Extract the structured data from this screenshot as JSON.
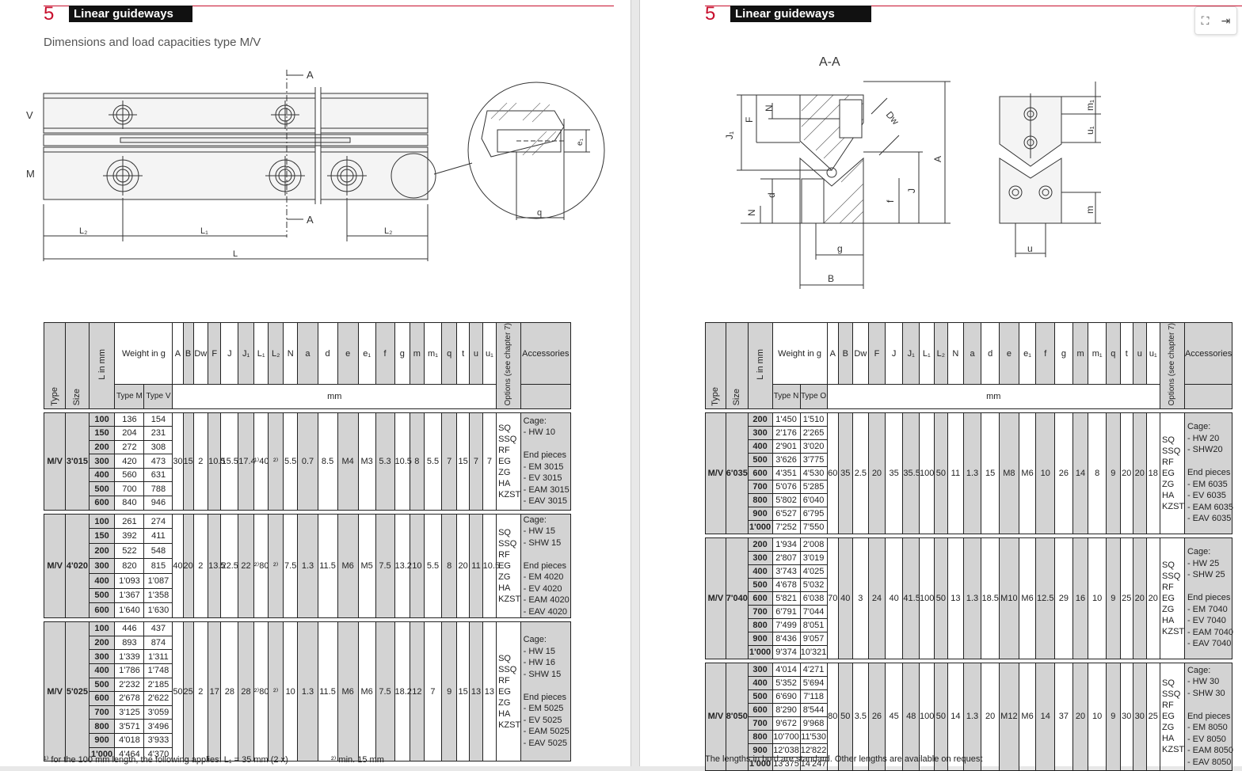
{
  "left": {
    "section_number": "5",
    "section_title": "Linear guideways",
    "subtitle": "Dimensions and load capacities type M/V",
    "drawing_labels": {
      "v": "V",
      "m": "M",
      "a_top": "A",
      "a_bottom": "A",
      "l2_left": "L₂",
      "l1": "L₁",
      "l2_right": "L₂",
      "l": "L",
      "e1": "e₁",
      "q": "q"
    },
    "footnote_1": "¹⁾ for the 100 mm length, the following applies: L₁ = 35 mm (2 x)",
    "footnote_2": "²⁾ min. 15 mm"
  },
  "right": {
    "section_number": "5",
    "section_title": "Linear guideways",
    "section_label": "A-A",
    "drawing_labels": {
      "j1": "J₁",
      "f_cap": "F",
      "n_top": "N",
      "dw": "Dw",
      "a": "A",
      "d": "d",
      "n_bottom": "N",
      "f": "f",
      "j": "J",
      "g": "g",
      "b": "B",
      "m1": "m₁",
      "u1": "u₁",
      "m": "m",
      "u": "u"
    },
    "footnote": "The lengths in bold are standard. Other lengths are available on request"
  },
  "table_headers": {
    "type": "Type",
    "size": "Size",
    "l_in_mm": "L in mm",
    "weight": "Weight in g",
    "cols": [
      "A",
      "B",
      "Dw",
      "F",
      "J",
      "J₁",
      "L₁",
      "L₂",
      "N",
      "a",
      "d",
      "e",
      "e₁",
      "f",
      "g",
      "m",
      "m₁",
      "q",
      "t",
      "u",
      "u₁"
    ],
    "options": "Options (see chapter 7)",
    "accessories": "Accessories",
    "mm": "mm"
  },
  "left_table": {
    "weight_cols": [
      "Type M",
      "Type V"
    ],
    "groups": [
      {
        "type": "M/V",
        "size": "3'015",
        "rows": [
          [
            "100",
            "136",
            "154"
          ],
          [
            "150",
            "204",
            "231"
          ],
          [
            "200",
            "272",
            "308"
          ],
          [
            "300",
            "420",
            "473"
          ],
          [
            "400",
            "560",
            "631"
          ],
          [
            "500",
            "700",
            "788"
          ],
          [
            "600",
            "840",
            "946"
          ]
        ],
        "dims": [
          "30",
          "15",
          "2",
          "10.5",
          "15.5",
          "17.4",
          "¹⁾40",
          "²⁾",
          "5.5",
          "0.7",
          "8.5",
          "M4",
          "M3",
          "5.3",
          "10.5",
          "8",
          "5.5",
          "7",
          "15",
          "7",
          "7"
        ],
        "options": [
          "SQ",
          "SSQ",
          "RF",
          "EG",
          "ZG",
          "HA",
          "KZST"
        ],
        "accessories": [
          "Cage:",
          "- HW 10",
          "",
          "End pieces",
          "- EM 3015",
          "- EV 3015",
          "- EAM 3015",
          "- EAV 3015"
        ]
      },
      {
        "type": "M/V",
        "size": "4'020",
        "rows": [
          [
            "100",
            "261",
            "274"
          ],
          [
            "150",
            "392",
            "411"
          ],
          [
            "200",
            "522",
            "548"
          ],
          [
            "300",
            "820",
            "815"
          ],
          [
            "400",
            "1'093",
            "1'087"
          ],
          [
            "500",
            "1'367",
            "1'358"
          ],
          [
            "600",
            "1'640",
            "1'630"
          ]
        ],
        "dims": [
          "40",
          "20",
          "2",
          "13.5",
          "22.5",
          "22",
          "²⁾80",
          "²⁾",
          "7.5",
          "1.3",
          "11.5",
          "M6",
          "M5",
          "7.5",
          "13.2",
          "10",
          "5.5",
          "8",
          "20",
          "11",
          "10.5"
        ],
        "options": [
          "SQ",
          "SSQ",
          "RF",
          "EG",
          "ZG",
          "HA",
          "KZST"
        ],
        "accessories": [
          "Cage:",
          "- HW 15",
          "- SHW 15",
          "",
          "End pieces",
          "- EM 4020",
          "- EV 4020",
          "- EAM 4020",
          "- EAV 4020"
        ]
      },
      {
        "type": "M/V",
        "size": "5'025",
        "rows": [
          [
            "100",
            "446",
            "437"
          ],
          [
            "200",
            "893",
            "874"
          ],
          [
            "300",
            "1'339",
            "1'311"
          ],
          [
            "400",
            "1'786",
            "1'748"
          ],
          [
            "500",
            "2'232",
            "2'185"
          ],
          [
            "600",
            "2'678",
            "2'622"
          ],
          [
            "700",
            "3'125",
            "3'059"
          ],
          [
            "800",
            "3'571",
            "3'496"
          ],
          [
            "900",
            "4'018",
            "3'933"
          ],
          [
            "1'000",
            "4'464",
            "4'370"
          ]
        ],
        "dims": [
          "50",
          "25",
          "2",
          "17",
          "28",
          "28",
          "²⁾80",
          "²⁾",
          "10",
          "1.3",
          "11.5",
          "M6",
          "M6",
          "7.5",
          "18.2",
          "12",
          "7",
          "9",
          "15",
          "13",
          "13"
        ],
        "options": [
          "SQ",
          "SSQ",
          "RF",
          "EG",
          "ZG",
          "HA",
          "KZST"
        ],
        "accessories": [
          "Cage:",
          "- HW 15",
          "- HW 16",
          "- SHW 15",
          "",
          "End pieces",
          "- EM 5025",
          "- EV 5025",
          "- EAM 5025",
          "- EAV 5025"
        ]
      }
    ]
  },
  "right_table": {
    "weight_cols": [
      "Type N",
      "Type O"
    ],
    "groups": [
      {
        "type": "M/V",
        "size": "6'035",
        "rows": [
          [
            "200",
            "1'450",
            "1'510"
          ],
          [
            "300",
            "2'176",
            "2'265"
          ],
          [
            "400",
            "2'901",
            "3'020"
          ],
          [
            "500",
            "3'626",
            "3'775"
          ],
          [
            "600",
            "4'351",
            "4'530"
          ],
          [
            "700",
            "5'076",
            "5'285"
          ],
          [
            "800",
            "5'802",
            "6'040"
          ],
          [
            "900",
            "6'527",
            "6'795"
          ],
          [
            "1'000",
            "7'252",
            "7'550"
          ]
        ],
        "dims": [
          "60",
          "35",
          "2.5",
          "20",
          "35",
          "35.5",
          "100",
          "50",
          "11",
          "1.3",
          "15",
          "M8",
          "M6",
          "10",
          "26",
          "14",
          "8",
          "9",
          "20",
          "20",
          "18"
        ],
        "options": [
          "SQ",
          "SSQ",
          "RF",
          "EG",
          "ZG",
          "HA",
          "KZST"
        ],
        "accessories": [
          "Cage:",
          "- HW 20",
          "- SHW20",
          "",
          "End pieces",
          "- EM 6035",
          "- EV 6035",
          "- EAM 6035",
          "- EAV 6035"
        ]
      },
      {
        "type": "M/V",
        "size": "7'040",
        "rows": [
          [
            "200",
            "1'934",
            "2'008"
          ],
          [
            "300",
            "2'807",
            "3'019"
          ],
          [
            "400",
            "3'743",
            "4'025"
          ],
          [
            "500",
            "4'678",
            "5'032"
          ],
          [
            "600",
            "5'821",
            "6'038"
          ],
          [
            "700",
            "6'791",
            "7'044"
          ],
          [
            "800",
            "7'499",
            "8'051"
          ],
          [
            "900",
            "8'436",
            "9'057"
          ],
          [
            "1'000",
            "9'374",
            "10'321"
          ]
        ],
        "dims": [
          "70",
          "40",
          "3",
          "24",
          "40",
          "41.5",
          "100",
          "50",
          "13",
          "1.3",
          "18.5",
          "M10",
          "M6",
          "12.5",
          "29",
          "16",
          "10",
          "9",
          "25",
          "20",
          "20"
        ],
        "options": [
          "SQ",
          "SSQ",
          "RF",
          "EG",
          "ZG",
          "HA",
          "KZST"
        ],
        "accessories": [
          "Cage:",
          "- HW 25",
          "- SHW 25",
          "",
          "End pieces",
          "- EM 7040",
          "- EV 7040",
          "- EAM 7040",
          "- EAV 7040"
        ]
      },
      {
        "type": "M/V",
        "size": "8'050",
        "rows": [
          [
            "300",
            "4'014",
            "4'271"
          ],
          [
            "400",
            "5'352",
            "5'694"
          ],
          [
            "500",
            "6'690",
            "7'118"
          ],
          [
            "600",
            "8'290",
            "8'544"
          ],
          [
            "700",
            "9'672",
            "9'968"
          ],
          [
            "800",
            "10'700",
            "11'530"
          ],
          [
            "900",
            "12'038",
            "12'822"
          ],
          [
            "1'000",
            "13'375",
            "14'247"
          ]
        ],
        "dims": [
          "80",
          "50",
          "3.5",
          "26",
          "45",
          "48",
          "100",
          "50",
          "14",
          "1.3",
          "20",
          "M12",
          "M6",
          "14",
          "37",
          "20",
          "10",
          "9",
          "30",
          "30",
          "25"
        ],
        "options": [
          "SQ",
          "SSQ",
          "RF",
          "EG",
          "ZG",
          "HA",
          "KZST"
        ],
        "accessories": [
          "Cage:",
          "- HW 30",
          "- SHW 30",
          "",
          "End pieces",
          "- EM 8050",
          "- EV 8050",
          "- EAM 8050",
          "- EAV 8050"
        ]
      }
    ]
  },
  "viewer": {
    "icons": [
      "fullscreen-icon",
      "exit-icon"
    ]
  }
}
